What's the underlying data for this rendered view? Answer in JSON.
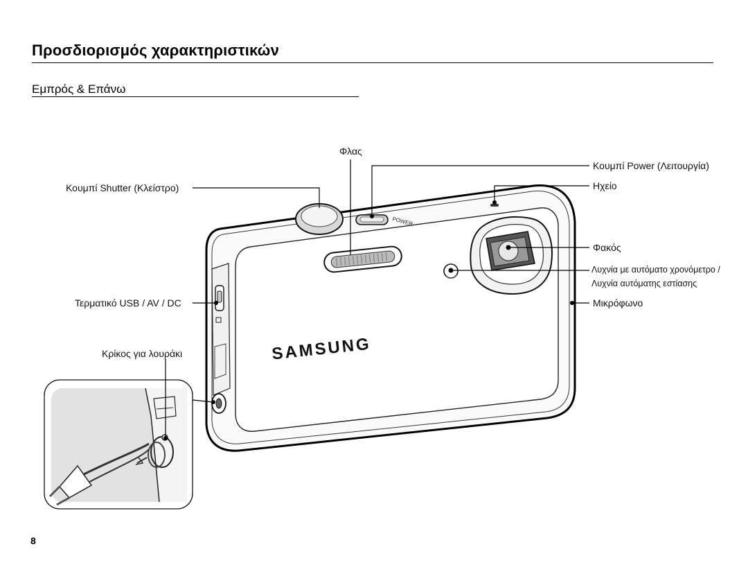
{
  "header": {
    "title": "Προσδιορισμός χαρακτηριστικών",
    "subtitle": "Εμπρός & Επάνω"
  },
  "camera": {
    "brand": "SAMSUNG",
    "power_marking": "POWER"
  },
  "labels": {
    "flash": "Φλας",
    "shutter_button": "Κουμπί Shutter (Κλείστρο)",
    "power_button": "Κουμπί Power (Λειτουργία)",
    "speaker": "Ηχείο",
    "lens": "Φακός",
    "lamp_line1": "Λυχνία με αυτόματο χρονόμετρο /",
    "lamp_line2": "Λυχνία αυτόματης εστίασης",
    "microphone": "Μικρόφωνο",
    "usb_terminal": "Τερματικό USB / AV / DC",
    "strap_eyelet": "Κρίκος για λουράκι"
  },
  "footer": {
    "page_number": "8"
  }
}
